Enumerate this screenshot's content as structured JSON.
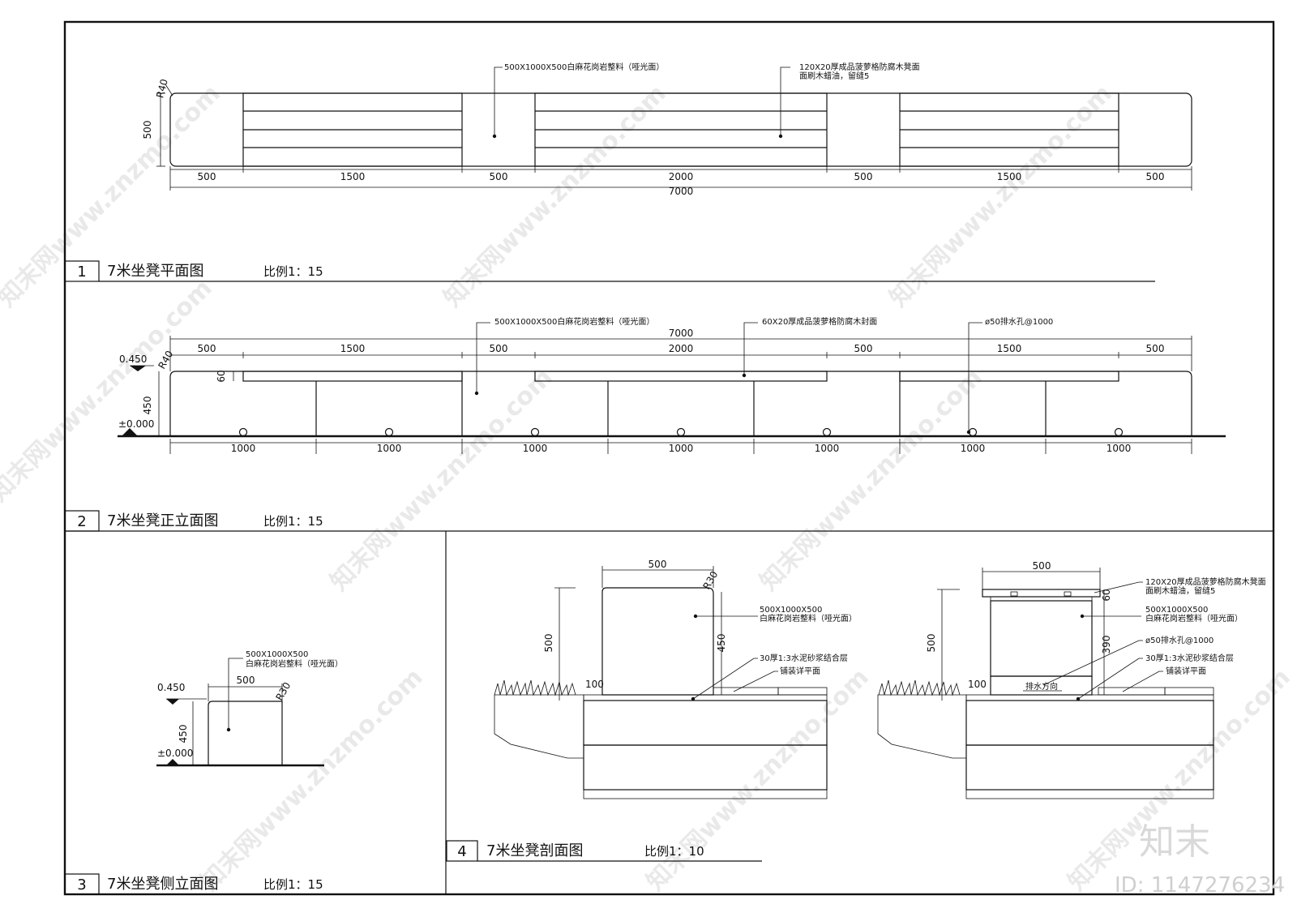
{
  "sheet": {
    "plan": {
      "number": "1",
      "title": "7米坐凳平面图",
      "scale": "比例1：15"
    },
    "front": {
      "number": "2",
      "title": "7米坐凳正立面图",
      "scale": "比例1：15"
    },
    "side": {
      "number": "3",
      "title": "7米坐凳侧立面图",
      "scale": "比例1：15"
    },
    "section": {
      "number": "4",
      "title": "7米坐凳剖面图",
      "scale": "比例1：10"
    }
  },
  "plan_view": {
    "note_granite": "500X1000X500白麻花岗岩整料（哑光面）",
    "note_wood_1": "120X20厚成品菠萝格防腐木凳面",
    "note_wood_2": "面刷木蜡油，留缝5",
    "radius": "R40",
    "height": "500",
    "segments": [
      "500",
      "1500",
      "500",
      "2000",
      "500",
      "1500",
      "500"
    ],
    "total": "7000"
  },
  "front_view": {
    "note_granite": "500X1000X500白麻花岗岩整料（哑光面）",
    "note_wood": "60X20厚成品菠萝格防腐木封面",
    "note_drain": "ø50排水孔@1000",
    "total": "7000",
    "segments": [
      "500",
      "1500",
      "500",
      "2000",
      "500",
      "1500",
      "500"
    ],
    "radius": "R40",
    "lvl_top": "0.450",
    "lvl_zero": "±0.000",
    "height": "450",
    "wood_h": "60",
    "spacing": [
      "1000",
      "1000",
      "1000",
      "1000",
      "1000",
      "1000",
      "1000"
    ]
  },
  "side_view": {
    "note_1": "500X1000X500",
    "note_2": "白麻花岗岩整料（哑光面）",
    "width": "500",
    "radius": "R30",
    "lvl_top": "0.450",
    "height": "450",
    "lvl_zero": "±0.000"
  },
  "section_a": {
    "width": "500",
    "radius": "R30",
    "note_granite_1": "500X1000X500",
    "note_granite_2": "白麻花岗岩整料（哑光面）",
    "height_total": "500",
    "height_above": "450",
    "mortar": "30厚1:3水泥砂浆结合层",
    "paving": "铺装详平面",
    "offset": "100"
  },
  "section_b": {
    "width": "500",
    "note_wood_1": "120X20厚成品菠萝格防腐木凳面",
    "note_wood_2": "面刷木蜡油，留缝5",
    "wood_h": "60",
    "note_granite_1": "500X1000X500",
    "note_granite_2": "白麻花岗岩整料（哑光面）",
    "height_total": "500",
    "height_stone": "390",
    "drain": "ø50排水孔@1000",
    "mortar": "30厚1:3水泥砂浆结合层",
    "paving": "铺装详平面",
    "drain_dir": "排水方向",
    "offset": "100"
  },
  "brand": {
    "mark": "知末",
    "id": "ID: 1147276234",
    "watermark": "知末网www.znzmo.com"
  }
}
